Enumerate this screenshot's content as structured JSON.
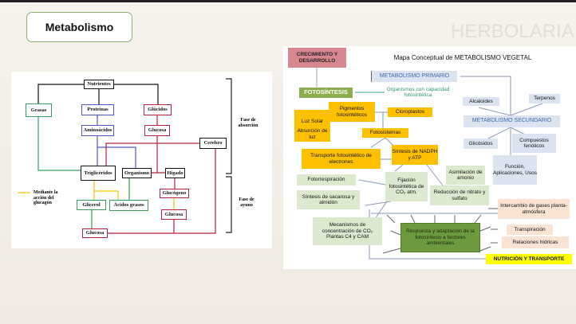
{
  "slide": {
    "title": "Metabolismo",
    "watermark": "HERBOLARIA"
  },
  "left_diagram": {
    "nodes": {
      "nutrientes": "Nutrientes",
      "grasas": "Grasas",
      "proteinas": "Proteinas",
      "glucidos": "Glúcidos",
      "aminoacidos": "Aminoácidos",
      "glucosa_1": "Glucosa",
      "cerebro": "Cerebro",
      "trigliceridos": "Triglicéridos",
      "organismo": "Organismo",
      "higado": "Hígado",
      "glucogeno": "Glucógeno",
      "glucosa_2": "Glucosa",
      "glicerol": "Glicerol",
      "acidos_grasos": "Ácidos grasos",
      "glucosa_3": "Glucosa"
    },
    "legend": "Mediante la acción del glucagón",
    "phases": [
      "Fase de absorción",
      "Fase de ayuno"
    ],
    "colors": {
      "grasas": "#3a9a5a",
      "proteinas": "#5058c0",
      "glucidos": "#b3223a",
      "glucagon": "#f2c200"
    }
  },
  "right_map": {
    "title": "Mapa Conceptual de METABOLISMO VEGETAL",
    "crecimiento": "CRECIMIENTO Y DESARROLLO",
    "primario": "METABOLISMO PRIMARIO",
    "fotosintesis": "FOTOSÍNTESIS",
    "organismos": "Organismos con capacidad fotosintética",
    "alcaloides": "Alcaloides",
    "terpenos": "Terpenos",
    "pigmentos": "Pigmentos fotosintéticos",
    "cloroplastos": "Cloroplastos",
    "luz_solar": "Luz Solar",
    "absorcion": "Absorción de luz",
    "secundario": "METABOLISMO SECUNDARIO",
    "fotosistemas": "Fotosistemas",
    "glicosidos": "Glicósidos",
    "compuestos": "Compuestos fenólicos",
    "transporte": "Transporte fotosintético de electrones",
    "sintesis_nadph": "Síntesis de NADPH y ATP",
    "funcion": "Función, Aplicaciones, Usos",
    "asimilacion": "Asimilación de amonio",
    "fotorrespiracion": "Fotorrespiración",
    "fijacion": "Fijación fotosintética de CO₂ atm.",
    "reduccion": "Reducción de nitrato y sulfato",
    "sacarosa": "Síntesis de sacarosa y almidón",
    "intercambio": "Intercambio de gases planta-atmósfera",
    "mecanismos": "Mecanismos de concentración de CO₂ Plantas C4 y CAM",
    "respuesta": "Respuesta y adaptación de la fotosíntesis a factores ambientales",
    "transpiracion": "Transpiración",
    "relaciones": "Relaciones hídricas",
    "nutricion": "NUTRICIÓN Y TRANSPORTE"
  }
}
